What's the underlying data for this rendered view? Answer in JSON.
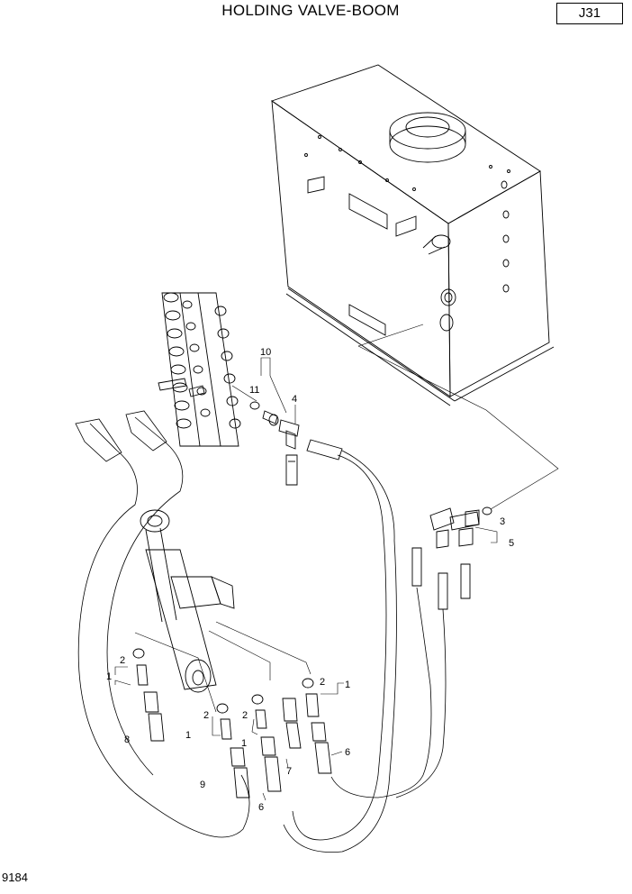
{
  "header": {
    "title": "HOLDING VALVE-BOOM",
    "page_code": "J31"
  },
  "footer": {
    "drawing_number": "9184"
  },
  "callouts": {
    "c10": "10",
    "c11": "11",
    "c4": "4",
    "c3": "3",
    "c5": "5",
    "c2a": "2",
    "c1a": "1",
    "c8": "8",
    "c2b": "2",
    "c1b": "1",
    "c9": "9",
    "c2c": "2",
    "c1c": "1",
    "c6a": "6",
    "c7": "7",
    "c2d": "2",
    "c1d": "1",
    "c6b": "6"
  }
}
